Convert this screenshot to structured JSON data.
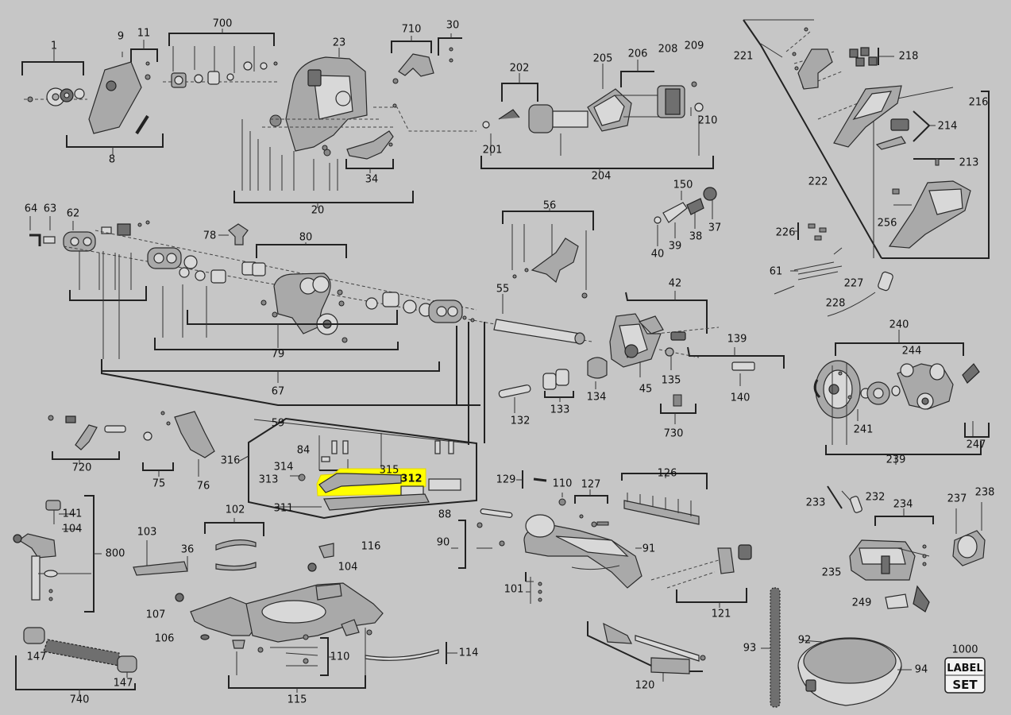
{
  "diagram": {
    "type": "exploded-parts-diagram",
    "highlight_color": "#ffff00",
    "background_color": "#c6c6c6",
    "highlighted_part": "312",
    "label_set_badge": [
      "LABEL",
      "SET"
    ],
    "part_labels": [
      "1",
      "9",
      "11",
      "700",
      "23",
      "710",
      "30",
      "8",
      "20",
      "34",
      "202",
      "205",
      "206",
      "208",
      "209",
      "201",
      "210",
      "204",
      "221",
      "218",
      "216",
      "214",
      "222",
      "213",
      "256",
      "226",
      "61",
      "227",
      "228",
      "64",
      "63",
      "62",
      "78",
      "80",
      "79",
      "67",
      "59",
      "56",
      "55",
      "150",
      "40",
      "39",
      "38",
      "37",
      "42",
      "45",
      "135",
      "139",
      "140",
      "134",
      "132",
      "133",
      "730",
      "240",
      "244",
      "241",
      "239",
      "247",
      "720",
      "75",
      "76",
      "316",
      "84",
      "314",
      "313",
      "315",
      "312",
      "311",
      "129",
      "110",
      "127",
      "126",
      "88",
      "90",
      "91",
      "101",
      "121",
      "141",
      "104",
      "800",
      "102",
      "103",
      "36",
      "116",
      "104b",
      "107",
      "106",
      "110b",
      "114",
      "115",
      "233",
      "232",
      "234",
      "237",
      "238",
      "235",
      "249",
      "147",
      "740",
      "147b",
      "93",
      "120",
      "92",
      "94",
      "1000"
    ],
    "label_text": {
      "104b": "104",
      "110b": "110",
      "147b": "147"
    }
  }
}
